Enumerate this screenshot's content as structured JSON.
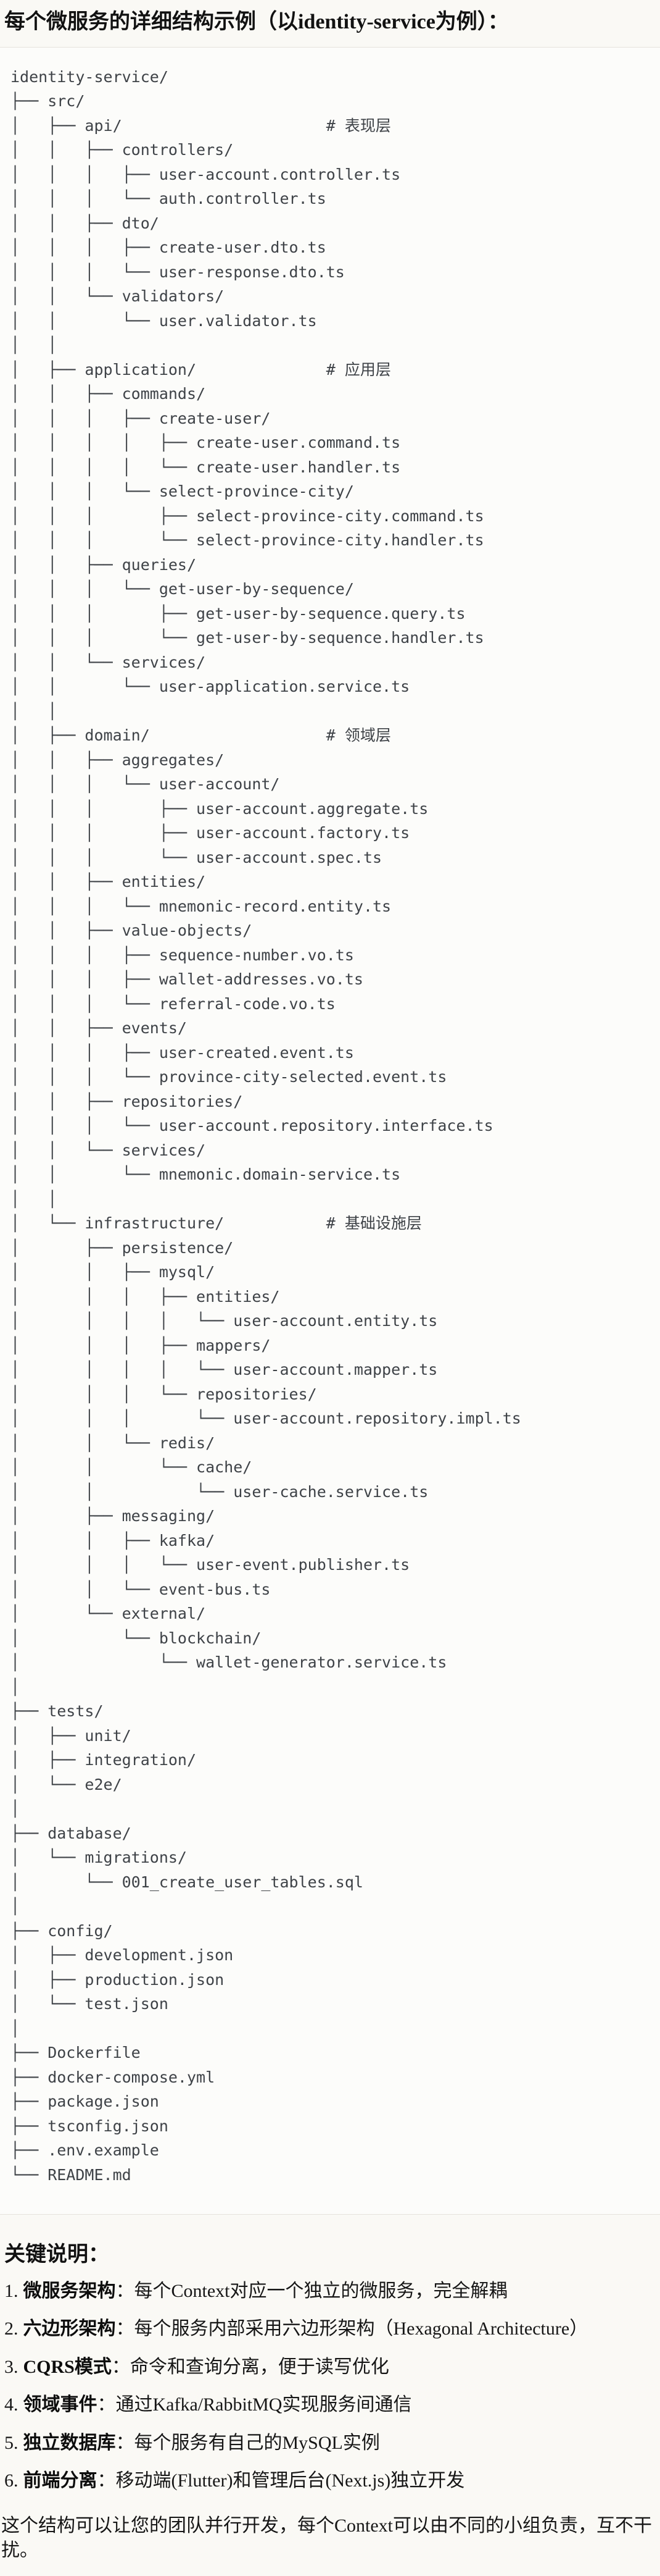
{
  "title": "每个微服务的详细结构示例（以identity-service为例）：",
  "colors": {
    "page_bg": "#FAF9F5",
    "code_bg": "#FCFCFA",
    "border": "#E6E3DC",
    "code_text": "#3E4247",
    "text": "#1F1E1D"
  },
  "file_tree": {
    "root": "identity-service/",
    "lines": [
      "identity-service/",
      "├── src/",
      "│   ├── api/                      # 表现层",
      "│   │   ├── controllers/",
      "│   │   │   ├── user-account.controller.ts",
      "│   │   │   └── auth.controller.ts",
      "│   │   ├── dto/",
      "│   │   │   ├── create-user.dto.ts",
      "│   │   │   └── user-response.dto.ts",
      "│   │   └── validators/",
      "│   │       └── user.validator.ts",
      "│   │",
      "│   ├── application/              # 应用层",
      "│   │   ├── commands/",
      "│   │   │   ├── create-user/",
      "│   │   │   │   ├── create-user.command.ts",
      "│   │   │   │   └── create-user.handler.ts",
      "│   │   │   └── select-province-city/",
      "│   │   │       ├── select-province-city.command.ts",
      "│   │   │       └── select-province-city.handler.ts",
      "│   │   ├── queries/",
      "│   │   │   └── get-user-by-sequence/",
      "│   │   │       ├── get-user-by-sequence.query.ts",
      "│   │   │       └── get-user-by-sequence.handler.ts",
      "│   │   └── services/",
      "│   │       └── user-application.service.ts",
      "│   │",
      "│   ├── domain/                   # 领域层",
      "│   │   ├── aggregates/",
      "│   │   │   └── user-account/",
      "│   │   │       ├── user-account.aggregate.ts",
      "│   │   │       ├── user-account.factory.ts",
      "│   │   │       └── user-account.spec.ts",
      "│   │   ├── entities/",
      "│   │   │   └── mnemonic-record.entity.ts",
      "│   │   ├── value-objects/",
      "│   │   │   ├── sequence-number.vo.ts",
      "│   │   │   ├── wallet-addresses.vo.ts",
      "│   │   │   └── referral-code.vo.ts",
      "│   │   ├── events/",
      "│   │   │   ├── user-created.event.ts",
      "│   │   │   └── province-city-selected.event.ts",
      "│   │   ├── repositories/",
      "│   │   │   └── user-account.repository.interface.ts",
      "│   │   └── services/",
      "│   │       └── mnemonic.domain-service.ts",
      "│   │",
      "│   └── infrastructure/           # 基础设施层",
      "│       ├── persistence/",
      "│       │   ├── mysql/",
      "│       │   │   ├── entities/",
      "│       │   │   │   └── user-account.entity.ts",
      "│       │   │   ├── mappers/",
      "│       │   │   │   └── user-account.mapper.ts",
      "│       │   │   └── repositories/",
      "│       │   │       └── user-account.repository.impl.ts",
      "│       │   └── redis/",
      "│       │       └── cache/",
      "│       │           └── user-cache.service.ts",
      "│       ├── messaging/",
      "│       │   ├── kafka/",
      "│       │   │   └── user-event.publisher.ts",
      "│       │   └── event-bus.ts",
      "│       └── external/",
      "│           └── blockchain/",
      "│               └── wallet-generator.service.ts",
      "│",
      "├── tests/",
      "│   ├── unit/",
      "│   ├── integration/",
      "│   └── e2e/",
      "│",
      "├── database/",
      "│   └── migrations/",
      "│       └── 001_create_user_tables.sql",
      "│",
      "├── config/",
      "│   ├── development.json",
      "│   ├── production.json",
      "│   └── test.json",
      "│",
      "├── Dockerfile",
      "├── docker-compose.yml",
      "├── package.json",
      "├── tsconfig.json",
      "├── .env.example",
      "└── README.md"
    ]
  },
  "notes": {
    "heading": "关键说明：",
    "items": [
      {
        "num": "1.",
        "label": "微服务架构",
        "text": "：每个Context对应一个独立的微服务，完全解耦"
      },
      {
        "num": "2.",
        "label": "六边形架构",
        "text": "：每个服务内部采用六边形架构（Hexagonal Architecture）"
      },
      {
        "num": "3.",
        "label": "CQRS模式",
        "text": "：命令和查询分离，便于读写优化"
      },
      {
        "num": "4.",
        "label": "领域事件",
        "text": "：通过Kafka/RabbitMQ实现服务间通信"
      },
      {
        "num": "5.",
        "label": "独立数据库",
        "text": "：每个服务有自己的MySQL实例"
      },
      {
        "num": "6.",
        "label": "前端分离",
        "text": "：移动端(Flutter)和管理后台(Next.js)独立开发"
      }
    ]
  },
  "footer": "这个结构可以让您的团队并行开发，每个Context可以由不同的小组负责，互不干扰。"
}
